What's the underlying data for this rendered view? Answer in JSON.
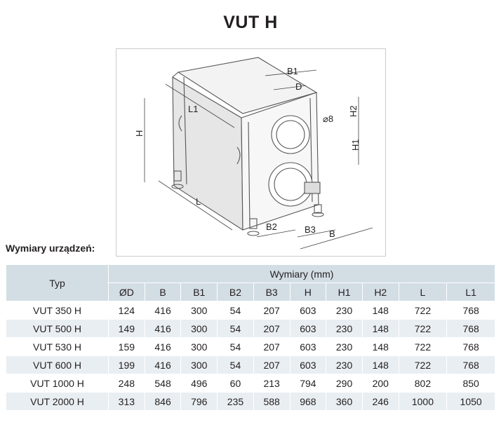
{
  "title": "VUT H",
  "drawing_labels": {
    "b1": "B1",
    "d": "D",
    "l1": "L1",
    "h2": "H2",
    "h": "H",
    "diam8": "⌀8",
    "h1": "H1",
    "l": "L",
    "b2": "B2",
    "b3": "B3",
    "b": "B"
  },
  "caption": "Wymiary urządzeń:",
  "table": {
    "type_header": "Typ",
    "group_header": "Wymiary (mm)",
    "columns": [
      "ØD",
      "B",
      "B1",
      "B2",
      "B3",
      "H",
      "H1",
      "H2",
      "L",
      "L1"
    ],
    "rows": [
      {
        "typ": "VUT 350 H",
        "values": [
          "124",
          "416",
          "300",
          "54",
          "207",
          "603",
          "230",
          "148",
          "722",
          "768"
        ]
      },
      {
        "typ": "VUT 500 H",
        "values": [
          "149",
          "416",
          "300",
          "54",
          "207",
          "603",
          "230",
          "148",
          "722",
          "768"
        ]
      },
      {
        "typ": "VUT 530 H",
        "values": [
          "159",
          "416",
          "300",
          "54",
          "207",
          "603",
          "230",
          "148",
          "722",
          "768"
        ]
      },
      {
        "typ": "VUT 600 H",
        "values": [
          "199",
          "416",
          "300",
          "54",
          "207",
          "603",
          "230",
          "148",
          "722",
          "768"
        ]
      },
      {
        "typ": "VUT 1000 H",
        "values": [
          "248",
          "548",
          "496",
          "60",
          "213",
          "794",
          "290",
          "200",
          "802",
          "850"
        ]
      },
      {
        "typ": "VUT 2000 H",
        "values": [
          "313",
          "846",
          "796",
          "235",
          "588",
          "968",
          "360",
          "246",
          "1000",
          "1050"
        ]
      }
    ]
  }
}
